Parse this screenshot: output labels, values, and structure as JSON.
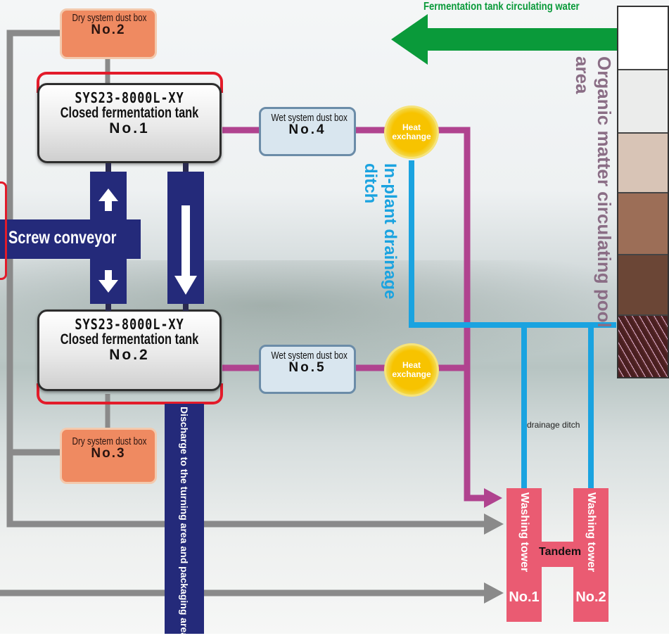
{
  "top_arrow": {
    "label": "Fermentation tank circulating water"
  },
  "tanks": [
    {
      "model": "SYS23-8000L-XY",
      "name": "Closed fermentation tank",
      "number": "No.1"
    },
    {
      "model": "SYS23-8000L-XY",
      "name": "Closed fermentation tank",
      "number": "No.2"
    }
  ],
  "dry_boxes": [
    {
      "label": "Dry system dust box",
      "number": "No.2"
    },
    {
      "label": "Dry system dust box",
      "number": "No.3"
    }
  ],
  "wet_boxes": [
    {
      "label": "Wet system dust box",
      "number": "No.4"
    },
    {
      "label": "Wet system dust box",
      "number": "No.5"
    }
  ],
  "heat_exchangers": [
    {
      "line1": "Heat",
      "line2": "exchange"
    },
    {
      "line1": "Heat",
      "line2": "exchange"
    }
  ],
  "screw_conveyor": {
    "label": "Screw conveyor"
  },
  "discharge": {
    "label": "Discharge to the turning area and packaging area"
  },
  "drainage": {
    "main_label": "In-plant drainage ditch",
    "small_label": "drainage ditch"
  },
  "pool": {
    "label": "Organic matter circulating pool area"
  },
  "washing_towers": {
    "tower_label": "Washing tower",
    "no1": "No.1",
    "no2": "No.2",
    "tandem": "Tandem"
  },
  "colors": {
    "green_arrow": "#0a9a3a",
    "red_frame": "#e31b2a",
    "conveyor_blue": "#242a7a",
    "purple_pipe": "#b0438f",
    "cyan_pipe": "#1aa3e0",
    "gray_pipe": "#8a8a8a",
    "washing_tower": "#ea5b72",
    "dry_box": "#ef8a61",
    "heat_exchange": "#f7c300"
  }
}
